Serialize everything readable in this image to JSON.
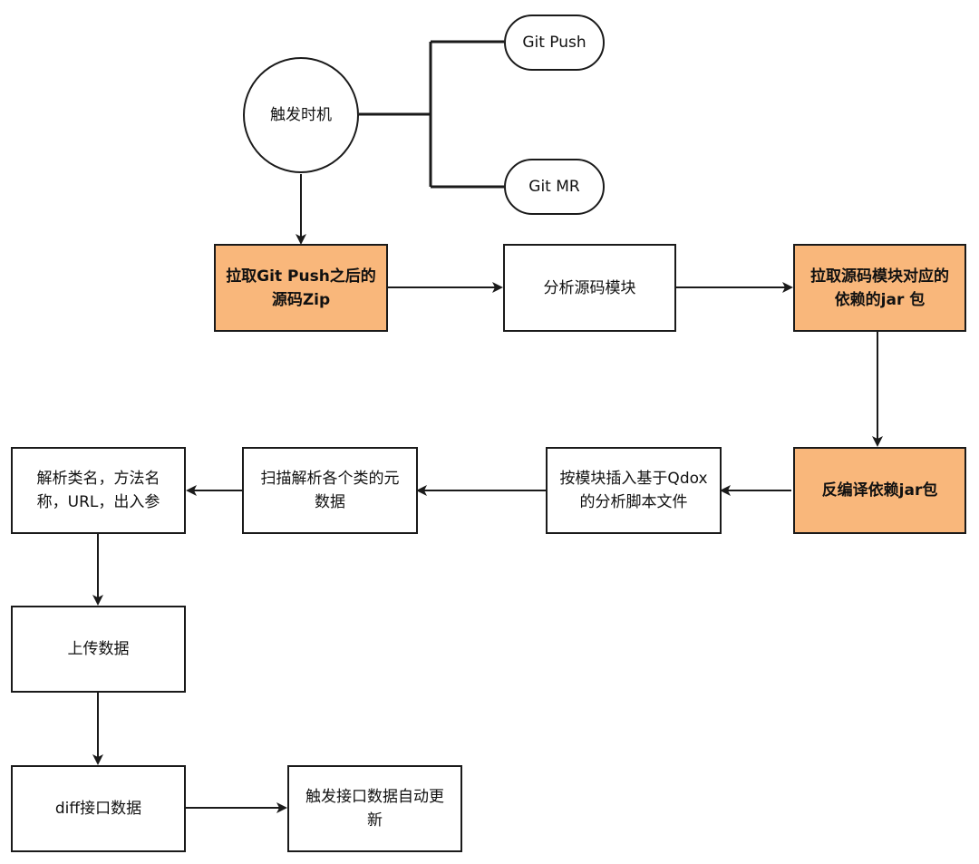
{
  "trigger": "触发时机",
  "triggers": {
    "push": "Git Push",
    "mr": "Git MR"
  },
  "steps": {
    "pull_zip": "拉取Git Push之后的\n源码Zip",
    "analyze_modules": "分析源码模块",
    "pull_jar": "拉取源码模块对应的\n依赖的jar 包",
    "decompile": "反编译依赖jar包",
    "insert_script": "按模块插入基于Qdox\n的分析脚本文件",
    "scan_metadata": "扫描解析各个类的元\n数据",
    "parse_names": "解析类名，方法名\n称，URL，出入参",
    "upload": "上传数据",
    "diff": "diff接口数据",
    "auto_update": "触发接口数据自动更\n新"
  },
  "colors": {
    "highlight_fill": "#f9b77b",
    "stroke": "#1a1a1a"
  }
}
